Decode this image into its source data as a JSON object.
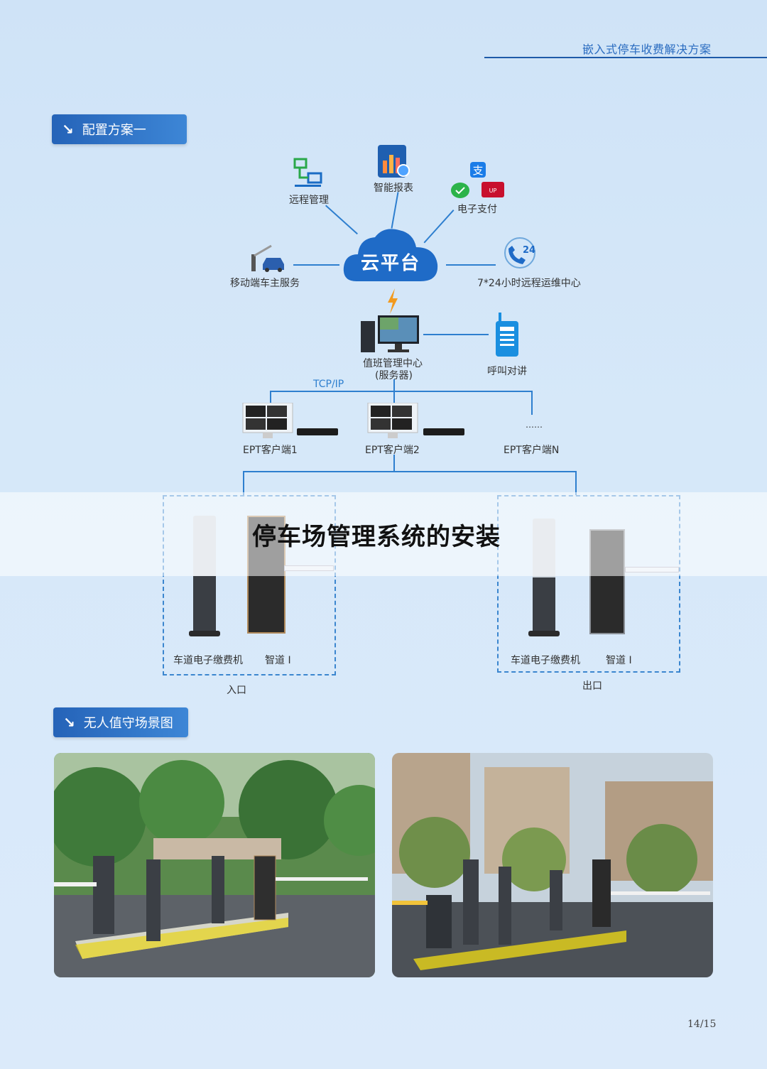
{
  "header": {
    "title": "嵌入式停车收费解决方案"
  },
  "sections": {
    "config": {
      "label": "配置方案一"
    },
    "scene": {
      "label": "无人值守场景图"
    }
  },
  "diagram": {
    "cloud": "云平台",
    "remote_mgmt": "远程管理",
    "smart_report": "智能报表",
    "e_pay": "电子支付",
    "mobile_service": "移动端车主服务",
    "ops_center": "7*24小时远程运维中心",
    "duty_center_line1": "值班管理中心",
    "duty_center_line2": "(服务器)",
    "intercom": "呼叫对讲",
    "protocol": "TCP/IP",
    "client1": "EPT客户端1",
    "client2": "EPT客户端2",
    "clientN_dots": "……",
    "clientN": "EPT客户端N",
    "entrance": {
      "kiosk": "车道电子缴费机",
      "gate": "智道 I",
      "label": "入口"
    },
    "exit": {
      "kiosk": "车道电子缴费机",
      "gate": "智道 I",
      "label": "出口"
    }
  },
  "overlay": {
    "title": "停车场管理系统的安装"
  },
  "footer": {
    "page": "14/15"
  },
  "colors": {
    "accent": "#2e7fcf",
    "label_bg": "#2563b8",
    "header": "#1e5aa8"
  }
}
